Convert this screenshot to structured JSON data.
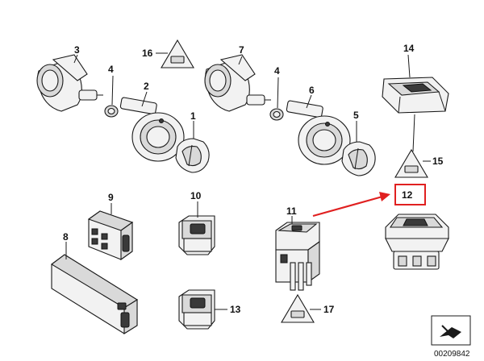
{
  "diagram": {
    "part_labels": [
      "3",
      "4",
      "2",
      "1",
      "16",
      "7",
      "4",
      "6",
      "5",
      "14",
      "15",
      "12",
      "9",
      "10",
      "11",
      "8",
      "13",
      "17"
    ],
    "highlight_color": "#e02020",
    "arrow_color": "#e02020",
    "reference_number": "00209842"
  }
}
